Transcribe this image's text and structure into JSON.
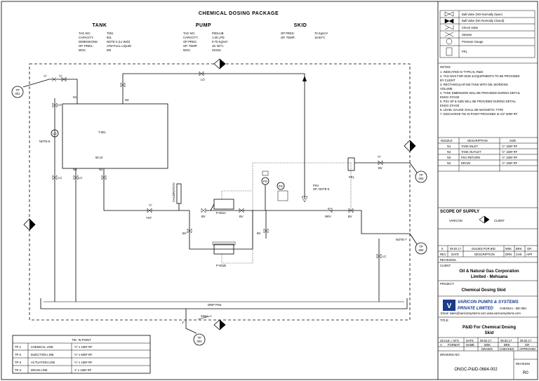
{
  "title": "CHEMICAL DOSING PACKAGE",
  "tank": {
    "header": "TANK",
    "labels": [
      "TAG NO:",
      "CAPACITY:",
      "DIMENSIONS:",
      "OP. PRES.:",
      "MOC:"
    ],
    "values": [
      "T001",
      "50L",
      "NOTE-4 (Lx Wxh)",
      "ATM-FULL LIQUID",
      "MS"
    ]
  },
  "pump": {
    "header": "PUMP",
    "labels": [
      "TAG NO:",
      "CAPACITY:",
      "OP PRES:",
      "OP. TEMP:",
      "MOC:"
    ],
    "values": [
      "P001A/B",
      "1-20 LPD",
      "0-70 Kg/cm²",
      "15- 50°C",
      "SS316"
    ]
  },
  "skid": {
    "header": "SKID",
    "labels": [
      "OP PRES:",
      "OP. TEMP.:"
    ],
    "values": [
      "70 Kg/cm²",
      "15-50°C"
    ]
  },
  "legend": [
    {
      "icon": "ball-valve-open-icon",
      "label": "Ball Valve (NO-Normally Open)"
    },
    {
      "icon": "ball-valve-closed-icon",
      "label": "Ball Valve (NC-Normally Closed)"
    },
    {
      "icon": "check-valve-icon",
      "label": "Check Valve"
    },
    {
      "icon": "strainer-icon",
      "label": "Strainer"
    },
    {
      "icon": "pressure-gauge-icon",
      "label": "Pressure Gauge"
    },
    {
      "icon": "frl-icon",
      "label": "FRL"
    }
  ],
  "notes": {
    "header": "NOTES:",
    "items": [
      "1.   INDICATED IS TYPICAL P&ID",
      "2.   TAG NOS FOR SKID & EQUIPMENTS TO BE PROVIDED",
      "      BY CLIENT",
      "3.   RECTANGULAR MS TANK WITH 50L WORKING",
      "      VOLUME",
      "4.   TANK DIMENSION WILL BE PROVIDED DURING DETAIL",
      "      ENGG STAGE",
      "5.   PSV SP & SIZE WILL BE PROVIDED DURING DETAIL",
      "      ENGG STAGE",
      "6.   LEVEL GAUGE SHALL BE MAGNETIC TYPE",
      "7.   DISCHARGE TIE IN POINT PROVIDED IS 1/2\" 600# RF."
    ]
  },
  "nozzles": {
    "headers": [
      "NOZZLE",
      "DESCRIPTION",
      "SIZE"
    ],
    "rows": [
      [
        "N1",
        "TANK INLET",
        "½\" 150# RF"
      ],
      [
        "N2",
        "TANK OUTLET",
        "½\" 150# RF"
      ],
      [
        "N3",
        "PSV RETURN",
        "½\" 150# RF"
      ],
      [
        "N4",
        "DRAIN",
        "½\" 150# RF"
      ]
    ]
  },
  "scope": {
    "header": "SCOPE OF SUPPLY",
    "varicon": "VARICON",
    "client": "CLIENT"
  },
  "revision": {
    "row": [
      "0",
      "09.02.17",
      "ISSUED FOR BID",
      "MSK",
      "BRK",
      "GR"
    ],
    "headers": [
      "REV",
      "DATE",
      "DESCRIPTION",
      "DRN",
      "CHK",
      "APP"
    ],
    "label": "REVISIONS"
  },
  "client": {
    "label": "CLIENT:",
    "name1": "Oil & Natural Gas Corporation",
    "name2": "Limited - Mehsana"
  },
  "project": {
    "label": "PROJECT:",
    "name": "Chemical Dosing Skid"
  },
  "company": {
    "name1": "VARICON PUMPS & SYSTEMS",
    "name2": "PRIVATE LIMITED",
    "city": "CHENNAI - 600 050.",
    "contact": "Email: sales@variconsystems.com  www.variconsystems.com"
  },
  "drawing": {
    "title_label": "TITLE:",
    "title1": "P&ID For Chemical Dosing",
    "title2": "Skid",
    "meta_row1": [
      "SCALE = NTS",
      "DATE",
      "09.02.17",
      "09.02.17",
      "09.02.17"
    ],
    "meta_row2": [
      "A",
      "FORMAT",
      "NAME",
      "MSK",
      "BRK",
      "GR"
    ],
    "meta_row3": [
      "DRAWN",
      "CHECKED",
      "APPROVED"
    ],
    "number_label": "DRAWING NO.",
    "number": "ONGC-P&ID-0684-002",
    "rev_label": "REVISION",
    "rev": "R0"
  },
  "tiein": {
    "header": "TIE- IN POINT",
    "rows": [
      [
        "TP-1",
        "CHEMICAL LINE",
        "½\" x 150# RF"
      ],
      [
        "TP-2",
        "INJECTION LINE",
        "½\" x 600# RF"
      ],
      [
        "TP-3",
        "ACTUATION LINE",
        "½\" x 150# RF"
      ],
      [
        "TP-4",
        "DRAIN LINE",
        "1\" x 150# RF"
      ]
    ]
  },
  "diagram": {
    "tank_tag": "T-001",
    "tank_vol": "50 Ltr",
    "pump_a": "P-001A",
    "pump_b": "P-001B",
    "drip_pan": "DRIP PAN",
    "slope": "Slope",
    "calibration": "CALIBRATION",
    "tp1": "TP\n001",
    "tp2": "TP\n002",
    "tp3": "TP\n003",
    "tp4": "TP\n004",
    "tp_label": "TP",
    "tp1_num": "001",
    "tp2_num": "002",
    "tp3_num": "003",
    "tp4_num": "004",
    "n1": "N1",
    "n2": "N2",
    "n3": "N3",
    "n4": "N4",
    "lo": "LO",
    "lc": "LC",
    "bv": "BV",
    "ysT": "YST",
    "nrv": "NRV",
    "psv": "PSV",
    "psv_sp": "SP: NOTE-5",
    "frl": "FRL",
    "note6": "NOTE-6",
    "note7": "NOTE-7",
    "lg": "LG",
    "pg": "PG",
    "half": "½\"",
    "one": "1\""
  }
}
